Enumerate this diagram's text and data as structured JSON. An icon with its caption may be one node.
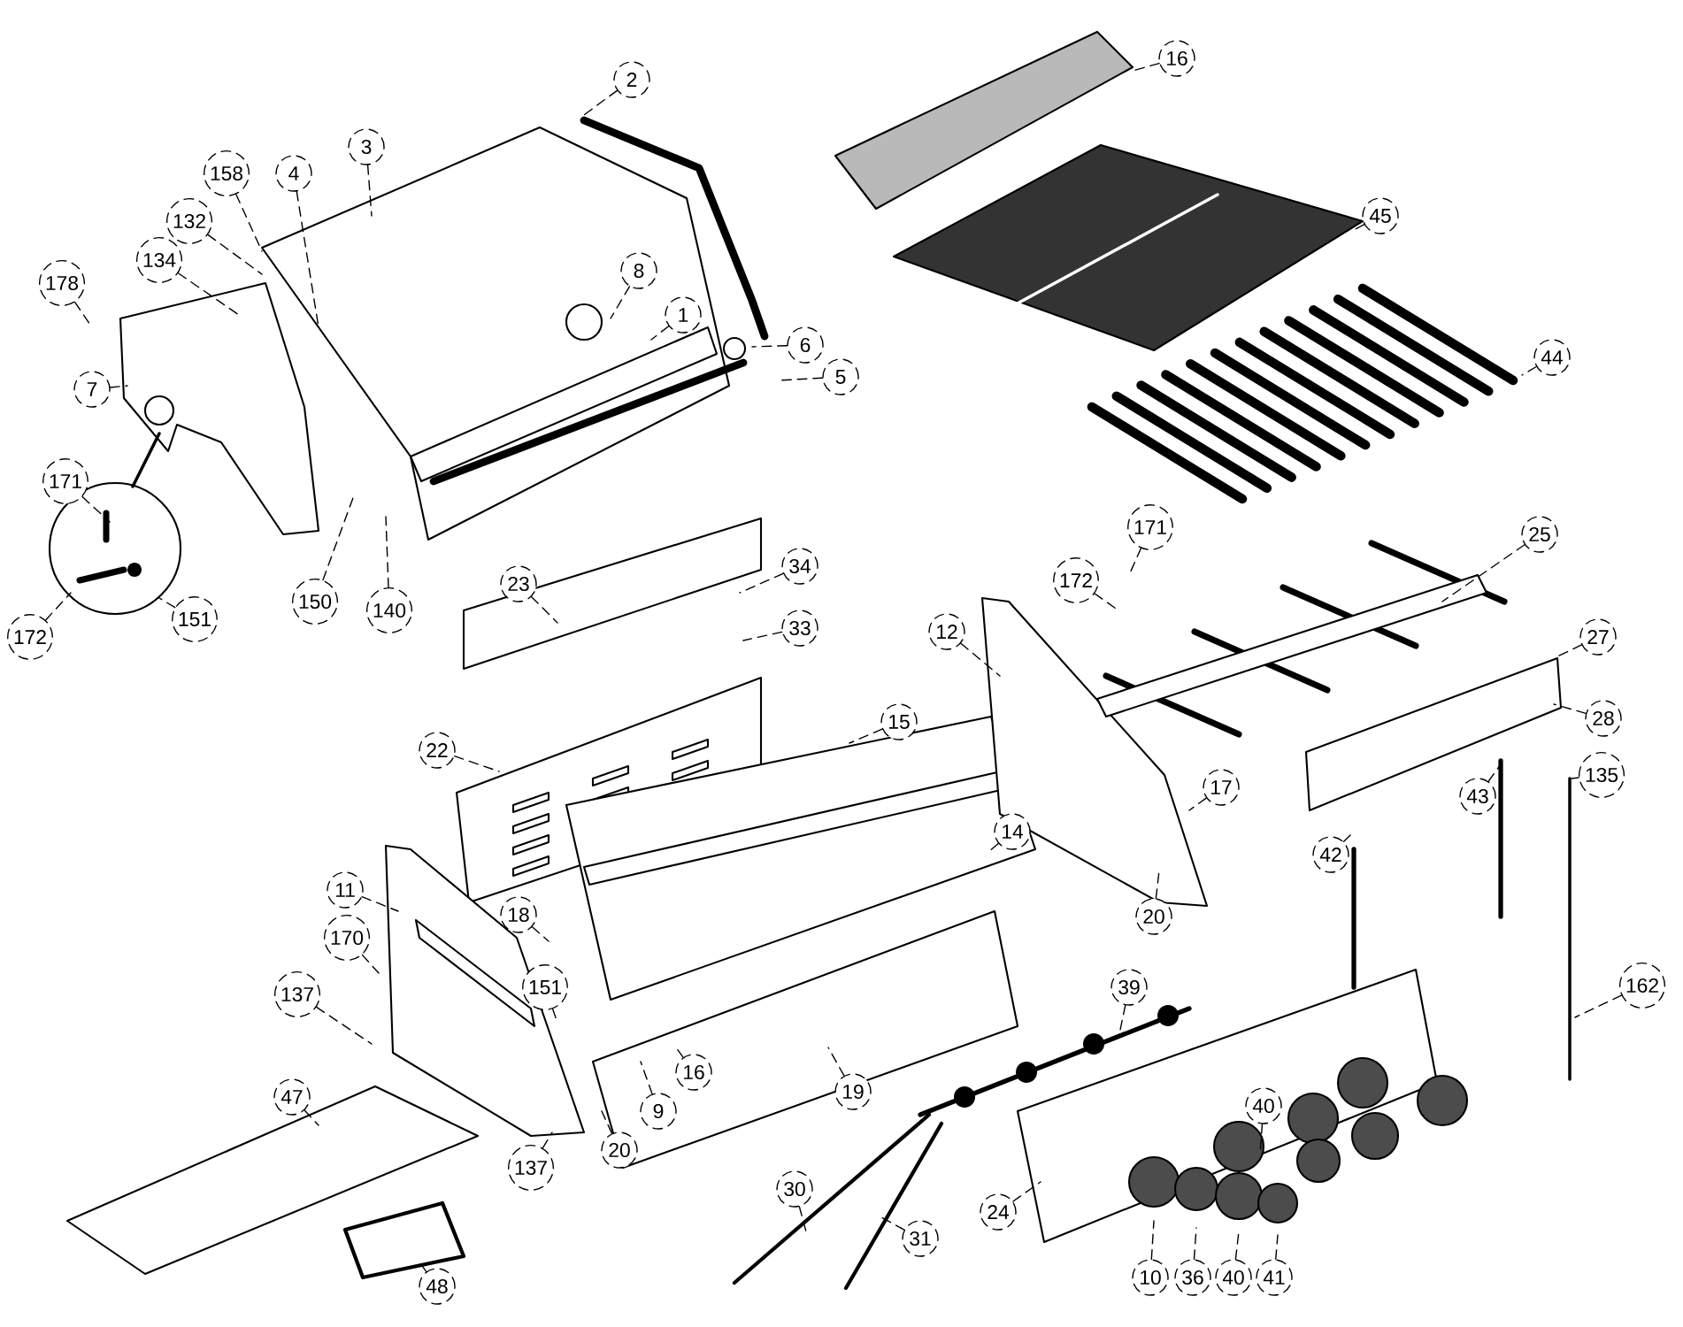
{
  "diagram": {
    "nodes": [
      {
        "text": [
          "2"
        ]
      },
      {
        "text": [
          "3"
        ]
      },
      {
        "text": [
          "158"
        ]
      },
      {
        "text": [
          "4"
        ]
      },
      {
        "text": [
          "132"
        ]
      },
      {
        "text": [
          "134"
        ]
      },
      {
        "text": [
          "178"
        ]
      },
      {
        "text": [
          "8"
        ]
      },
      {
        "text": [
          "1"
        ]
      },
      {
        "text": [
          "6"
        ]
      },
      {
        "text": [
          "5"
        ]
      },
      {
        "text": [
          "7"
        ]
      },
      {
        "text": [
          "171"
        ]
      },
      {
        "text": [
          "172"
        ]
      },
      {
        "text": [
          "151"
        ]
      },
      {
        "text": [
          "150"
        ]
      },
      {
        "text": [
          "140"
        ]
      },
      {
        "text": [
          "23"
        ]
      },
      {
        "text": [
          "34"
        ]
      },
      {
        "text": [
          "33"
        ]
      },
      {
        "text": [
          "16"
        ]
      },
      {
        "text": [
          "45"
        ]
      },
      {
        "text": [
          "44"
        ]
      },
      {
        "text": [
          "171"
        ]
      },
      {
        "text": [
          "172"
        ]
      },
      {
        "text": [
          "25"
        ]
      },
      {
        "text": [
          "12"
        ]
      },
      {
        "text": [
          "27"
        ]
      },
      {
        "text": [
          "28"
        ]
      },
      {
        "text": [
          "17"
        ]
      },
      {
        "text": [
          "43"
        ]
      },
      {
        "text": [
          "135"
        ]
      },
      {
        "text": [
          "42"
        ]
      },
      {
        "text": [
          "14"
        ]
      },
      {
        "text": [
          "20"
        ]
      },
      {
        "text": [
          "162"
        ]
      },
      {
        "text": [
          "15"
        ]
      },
      {
        "text": [
          "22"
        ]
      },
      {
        "text": [
          "11"
        ]
      },
      {
        "text": [
          "18"
        ]
      },
      {
        "text": [
          "170"
        ]
      },
      {
        "text": [
          "137"
        ]
      },
      {
        "text": [
          "151"
        ]
      },
      {
        "text": [
          "16"
        ]
      },
      {
        "text": [
          "9"
        ]
      },
      {
        "text": [
          "20"
        ]
      },
      {
        "text": [
          "137"
        ]
      },
      {
        "text": [
          "47"
        ]
      },
      {
        "text": [
          "48"
        ]
      },
      {
        "text": [
          "19"
        ]
      },
      {
        "text": [
          "39"
        ]
      },
      {
        "text": [
          "30"
        ]
      },
      {
        "text": [
          "31"
        ]
      },
      {
        "text": [
          "24"
        ]
      },
      {
        "text": [
          "10"
        ]
      },
      {
        "text": [
          "36"
        ]
      },
      {
        "text": [
          "40"
        ]
      },
      {
        "text": [
          "41"
        ]
      },
      {
        "text": [
          "40"
        ]
      }
    ],
    "edges": [
      {
        "from": 0,
        "to": null,
        "arrow": "none"
      },
      {
        "from": 1,
        "to": null,
        "arrow": "none"
      },
      {
        "from": 2,
        "to": null,
        "arrow": "none"
      },
      {
        "from": 3,
        "to": null,
        "arrow": "none"
      },
      {
        "from": 4,
        "to": null,
        "arrow": "none"
      },
      {
        "from": 5,
        "to": null,
        "arrow": "none"
      },
      {
        "from": 6,
        "to": null,
        "arrow": "none"
      },
      {
        "from": 7,
        "to": null,
        "arrow": "none"
      },
      {
        "from": 8,
        "to": null,
        "arrow": "none"
      },
      {
        "from": 9,
        "to": null,
        "arrow": "none"
      },
      {
        "from": 10,
        "to": null,
        "arrow": "none"
      },
      {
        "from": 11,
        "to": null,
        "arrow": "none"
      },
      {
        "from": 12,
        "to": null,
        "arrow": "none"
      },
      {
        "from": 13,
        "to": null,
        "arrow": "none"
      },
      {
        "from": 14,
        "to": null,
        "arrow": "none"
      },
      {
        "from": 15,
        "to": null,
        "arrow": "none"
      },
      {
        "from": 16,
        "to": null,
        "arrow": "none"
      },
      {
        "from": 17,
        "to": null,
        "arrow": "none"
      },
      {
        "from": 18,
        "to": null,
        "arrow": "none"
      },
      {
        "from": 19,
        "to": null,
        "arrow": "none"
      },
      {
        "from": 20,
        "to": null,
        "arrow": "none"
      },
      {
        "from": 21,
        "to": null,
        "arrow": "none"
      },
      {
        "from": 22,
        "to": null,
        "arrow": "none"
      },
      {
        "from": 23,
        "to": null,
        "arrow": "none"
      },
      {
        "from": 24,
        "to": null,
        "arrow": "none"
      },
      {
        "from": 25,
        "to": null,
        "arrow": "none"
      },
      {
        "from": 26,
        "to": null,
        "arrow": "none"
      },
      {
        "from": 27,
        "to": null,
        "arrow": "none"
      },
      {
        "from": 28,
        "to": null,
        "arrow": "none"
      },
      {
        "from": 29,
        "to": null,
        "arrow": "none"
      },
      {
        "from": 30,
        "to": null,
        "arrow": "none"
      },
      {
        "from": 31,
        "to": null,
        "arrow": "none"
      },
      {
        "from": 32,
        "to": null,
        "arrow": "none"
      },
      {
        "from": 33,
        "to": null,
        "arrow": "none"
      },
      {
        "from": 34,
        "to": null,
        "arrow": "none"
      },
      {
        "from": 35,
        "to": null,
        "arrow": "none"
      },
      {
        "from": 36,
        "to": null,
        "arrow": "none"
      },
      {
        "from": 37,
        "to": null,
        "arrow": "none"
      },
      {
        "from": 38,
        "to": null,
        "arrow": "none"
      },
      {
        "from": 39,
        "to": null,
        "arrow": "none"
      },
      {
        "from": 40,
        "to": null,
        "arrow": "none"
      },
      {
        "from": 41,
        "to": null,
        "arrow": "none"
      },
      {
        "from": 42,
        "to": null,
        "arrow": "none"
      },
      {
        "from": 43,
        "to": null,
        "arrow": "none"
      },
      {
        "from": 44,
        "to": null,
        "arrow": "none"
      },
      {
        "from": 45,
        "to": null,
        "arrow": "none"
      },
      {
        "from": 46,
        "to": null,
        "arrow": "none"
      },
      {
        "from": 47,
        "to": null,
        "arrow": "none"
      },
      {
        "from": 48,
        "to": null,
        "arrow": "none"
      },
      {
        "from": 49,
        "to": null,
        "arrow": "none"
      },
      {
        "from": 50,
        "to": null,
        "arrow": "none"
      },
      {
        "from": 51,
        "to": null,
        "arrow": "none"
      },
      {
        "from": 52,
        "to": null,
        "arrow": "none"
      },
      {
        "from": 53,
        "to": null,
        "arrow": "none"
      },
      {
        "from": 54,
        "to": null,
        "arrow": "none"
      },
      {
        "from": 55,
        "to": null,
        "arrow": "none"
      },
      {
        "from": 56,
        "to": null,
        "arrow": "none"
      },
      {
        "from": 57,
        "to": null,
        "arrow": "none"
      },
      {
        "from": 58,
        "to": null,
        "arrow": "none"
      }
    ]
  }
}
